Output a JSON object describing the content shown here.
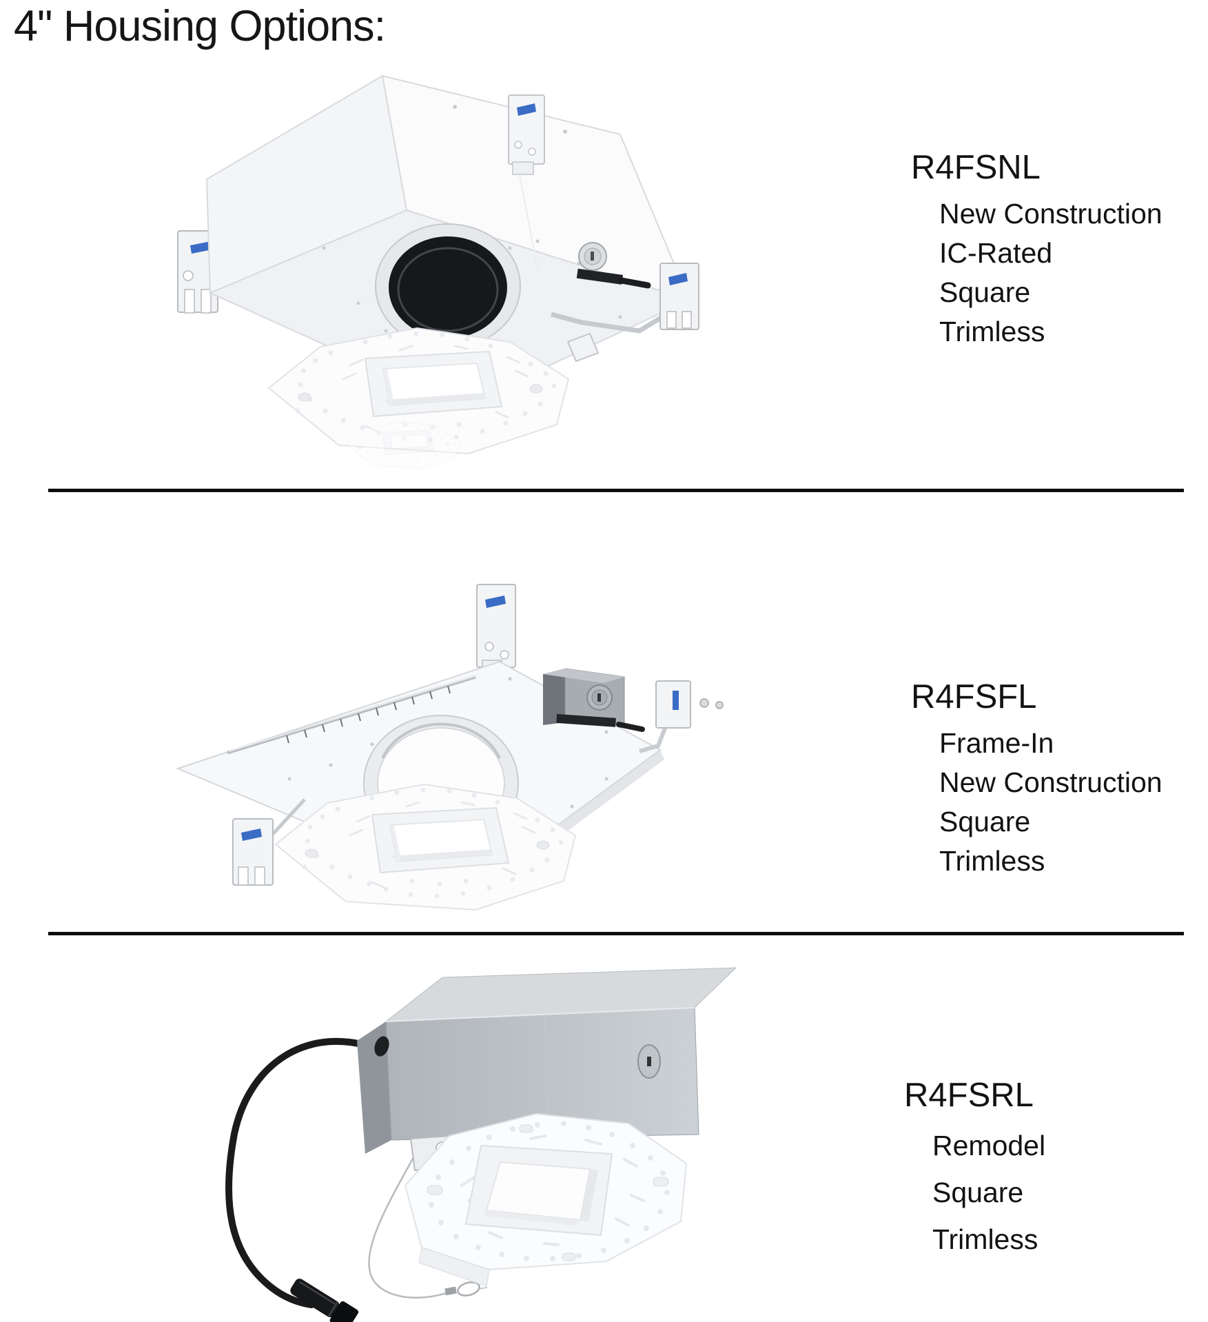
{
  "title": "4\" Housing Options:",
  "sections": [
    {
      "model": "R4FSNL",
      "features": [
        "New Construction",
        "IC-Rated",
        "Square",
        "Trimless"
      ],
      "image": "new-construction-ic-housing-photo"
    },
    {
      "model": "R4FSFL",
      "features": [
        "Frame-In",
        "New Construction",
        "Square",
        "Trimless"
      ],
      "image": "frame-in-housing-photo"
    },
    {
      "model": "R4FSRL",
      "features": [
        "Remodel",
        "Square",
        "Trimless"
      ],
      "image": "remodel-driver-and-plate-photo"
    }
  ],
  "colors": {
    "background": "#ffffff",
    "text": "#121212",
    "divider": "#0c0c0c",
    "clip_blue": "#3a6cc6",
    "housing_metal": "#f5f6f8",
    "junction_box_gray": "#a7acb1",
    "cable_black": "#1b1b1d"
  }
}
